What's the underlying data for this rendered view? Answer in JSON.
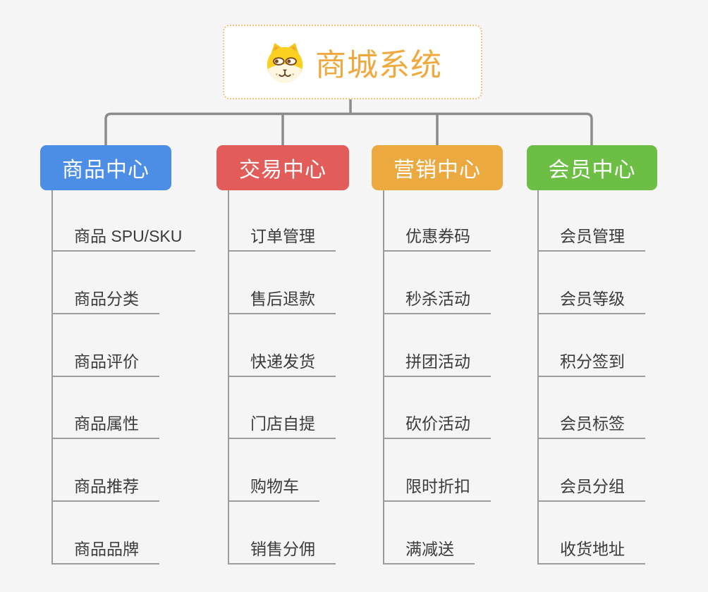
{
  "root": {
    "title": "商城系统",
    "icon": "dog-face-icon"
  },
  "branches": [
    {
      "label": "商品中心",
      "color": "#4c8ee6",
      "children": [
        "商品 SPU/SKU",
        "商品分类",
        "商品评价",
        "商品属性",
        "商品推荐",
        "商品品牌"
      ]
    },
    {
      "label": "交易中心",
      "color": "#e25c5a",
      "children": [
        "订单管理",
        "售后退款",
        "快递发货",
        "门店自提",
        "购物车",
        "销售分佣"
      ]
    },
    {
      "label": "营销中心",
      "color": "#eba93f",
      "children": [
        "优惠券码",
        "秒杀活动",
        "拼团活动",
        "砍价活动",
        "限时折扣",
        "满减送"
      ]
    },
    {
      "label": "会员中心",
      "color": "#6cbe45",
      "children": [
        "会员管理",
        "会员等级",
        "积分签到",
        "会员标签",
        "会员分组",
        "收货地址"
      ]
    }
  ],
  "colors": {
    "background": "#f5f5f6",
    "connector": "#8b8b8b",
    "trunk": "#9c9c9c",
    "root_text": "#f0a93e",
    "root_border": "#efc27c",
    "leaf_text": "#3b3b3b"
  }
}
